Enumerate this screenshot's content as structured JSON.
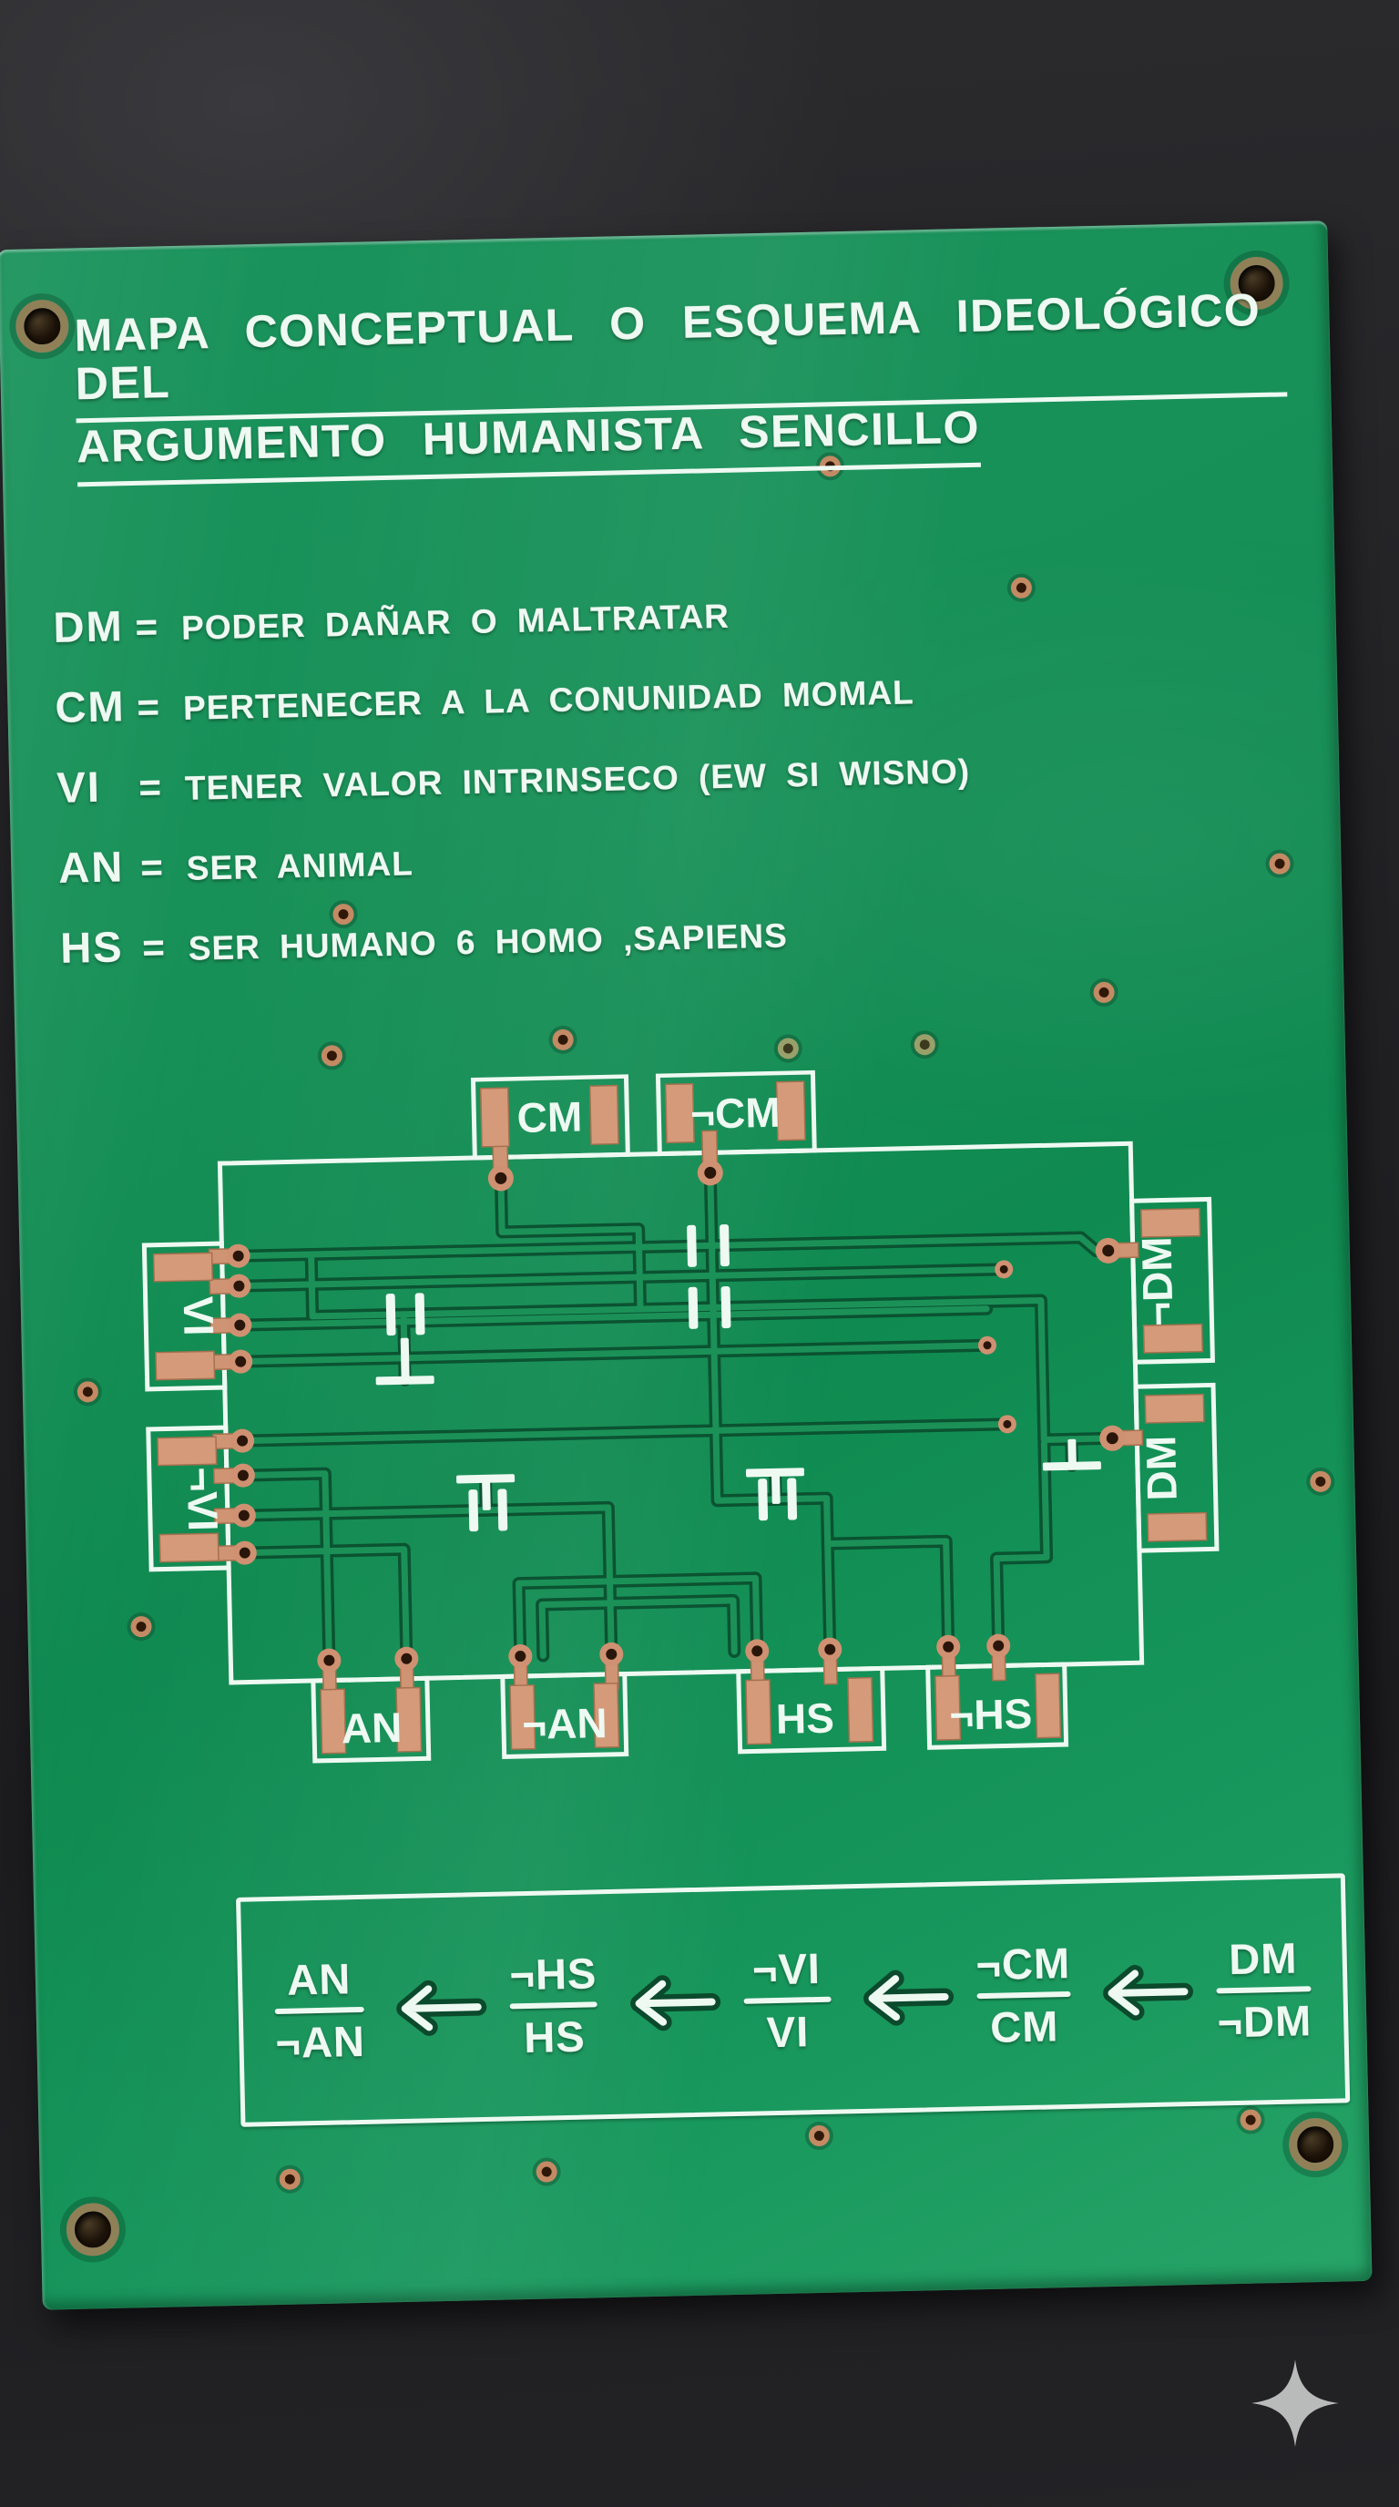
{
  "photo": {
    "background_color": "#222225",
    "sparkle_color": "#c7c9c8"
  },
  "board": {
    "board_color": "#128a52",
    "silkscreen_color": "#eef9f2",
    "copper_color": "#d49a7a",
    "trace_color": "#1a8f57",
    "title_lines": [
      "MAPA CONCEPTUAL O ESQUEMA IDEOLÓGICO DEL",
      "ARGUMENTO HUMANISTA SENCILLO"
    ],
    "legend": [
      {
        "abbr": "DM",
        "eq": "=",
        "desc": "PODER DAÑAR O MALTRATAR"
      },
      {
        "abbr": "CM",
        "eq": "=",
        "desc": "PERTENECER A LA CONUNIDAD MOMAL"
      },
      {
        "abbr": "VI",
        "eq": "=",
        "desc": "TENER VALOR INTRINSECO (EW SI WISNO)"
      },
      {
        "abbr": "AN",
        "eq": "=",
        "desc": "SER ANIMAL"
      },
      {
        "abbr": "HS",
        "eq": "=",
        "desc": "SER HUMANO 6 HOMO ,SAPIENS"
      }
    ],
    "diagram": {
      "pads_top": [
        "CM",
        "¬CM"
      ],
      "pads_left": [
        "VI",
        "¬VI"
      ],
      "pads_right": [
        "¬DM",
        "DM"
      ],
      "pads_bottom": [
        "AN",
        "¬AN",
        "HS",
        "¬HS"
      ]
    },
    "formula_chain": {
      "direction": "left-arrows",
      "items": [
        {
          "top": "AN",
          "bottom": "¬AN"
        },
        {
          "top": "¬HS",
          "bottom": "HS"
        },
        {
          "top": "¬VI",
          "bottom": "VI"
        },
        {
          "top": "¬CM",
          "bottom": "CM"
        },
        {
          "top": "DM",
          "bottom": "¬DM"
        }
      ]
    }
  }
}
